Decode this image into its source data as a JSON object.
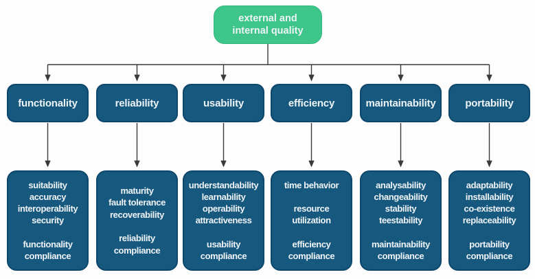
{
  "diagram": {
    "root": {
      "label": "external and internal quality"
    },
    "columns": [
      {
        "label": "functionality",
        "details": "suitability\naccuracy\ninteroperability\nsecurity\n\nfunctionality\ncompliance"
      },
      {
        "label": "reliability",
        "details": "maturity\nfault tolerance\nrecoverability\n\nreliability\ncompliance"
      },
      {
        "label": "usability",
        "details": "understandability\nlearnability\noperability\nattractiveness\n\nusability\ncompliance"
      },
      {
        "label": "efficiency",
        "details": "time behavior\n\nresource\nutilization\n\nefficiency\ncompliance"
      },
      {
        "label": "maintainability",
        "details": "analysability\nchangeability\nstability\nteestability\n\nmaintainability\ncompliance"
      },
      {
        "label": "portability",
        "details": "adaptability\ninstallability\nco-existence\nreplaceability\n\nportability\ncompliance"
      }
    ],
    "colors": {
      "root_fill": "#3ec58a",
      "node_fill": "#17587f",
      "node_border": "#0d466b",
      "text": "#eef3f6",
      "connector": "#3a3a3a"
    }
  }
}
